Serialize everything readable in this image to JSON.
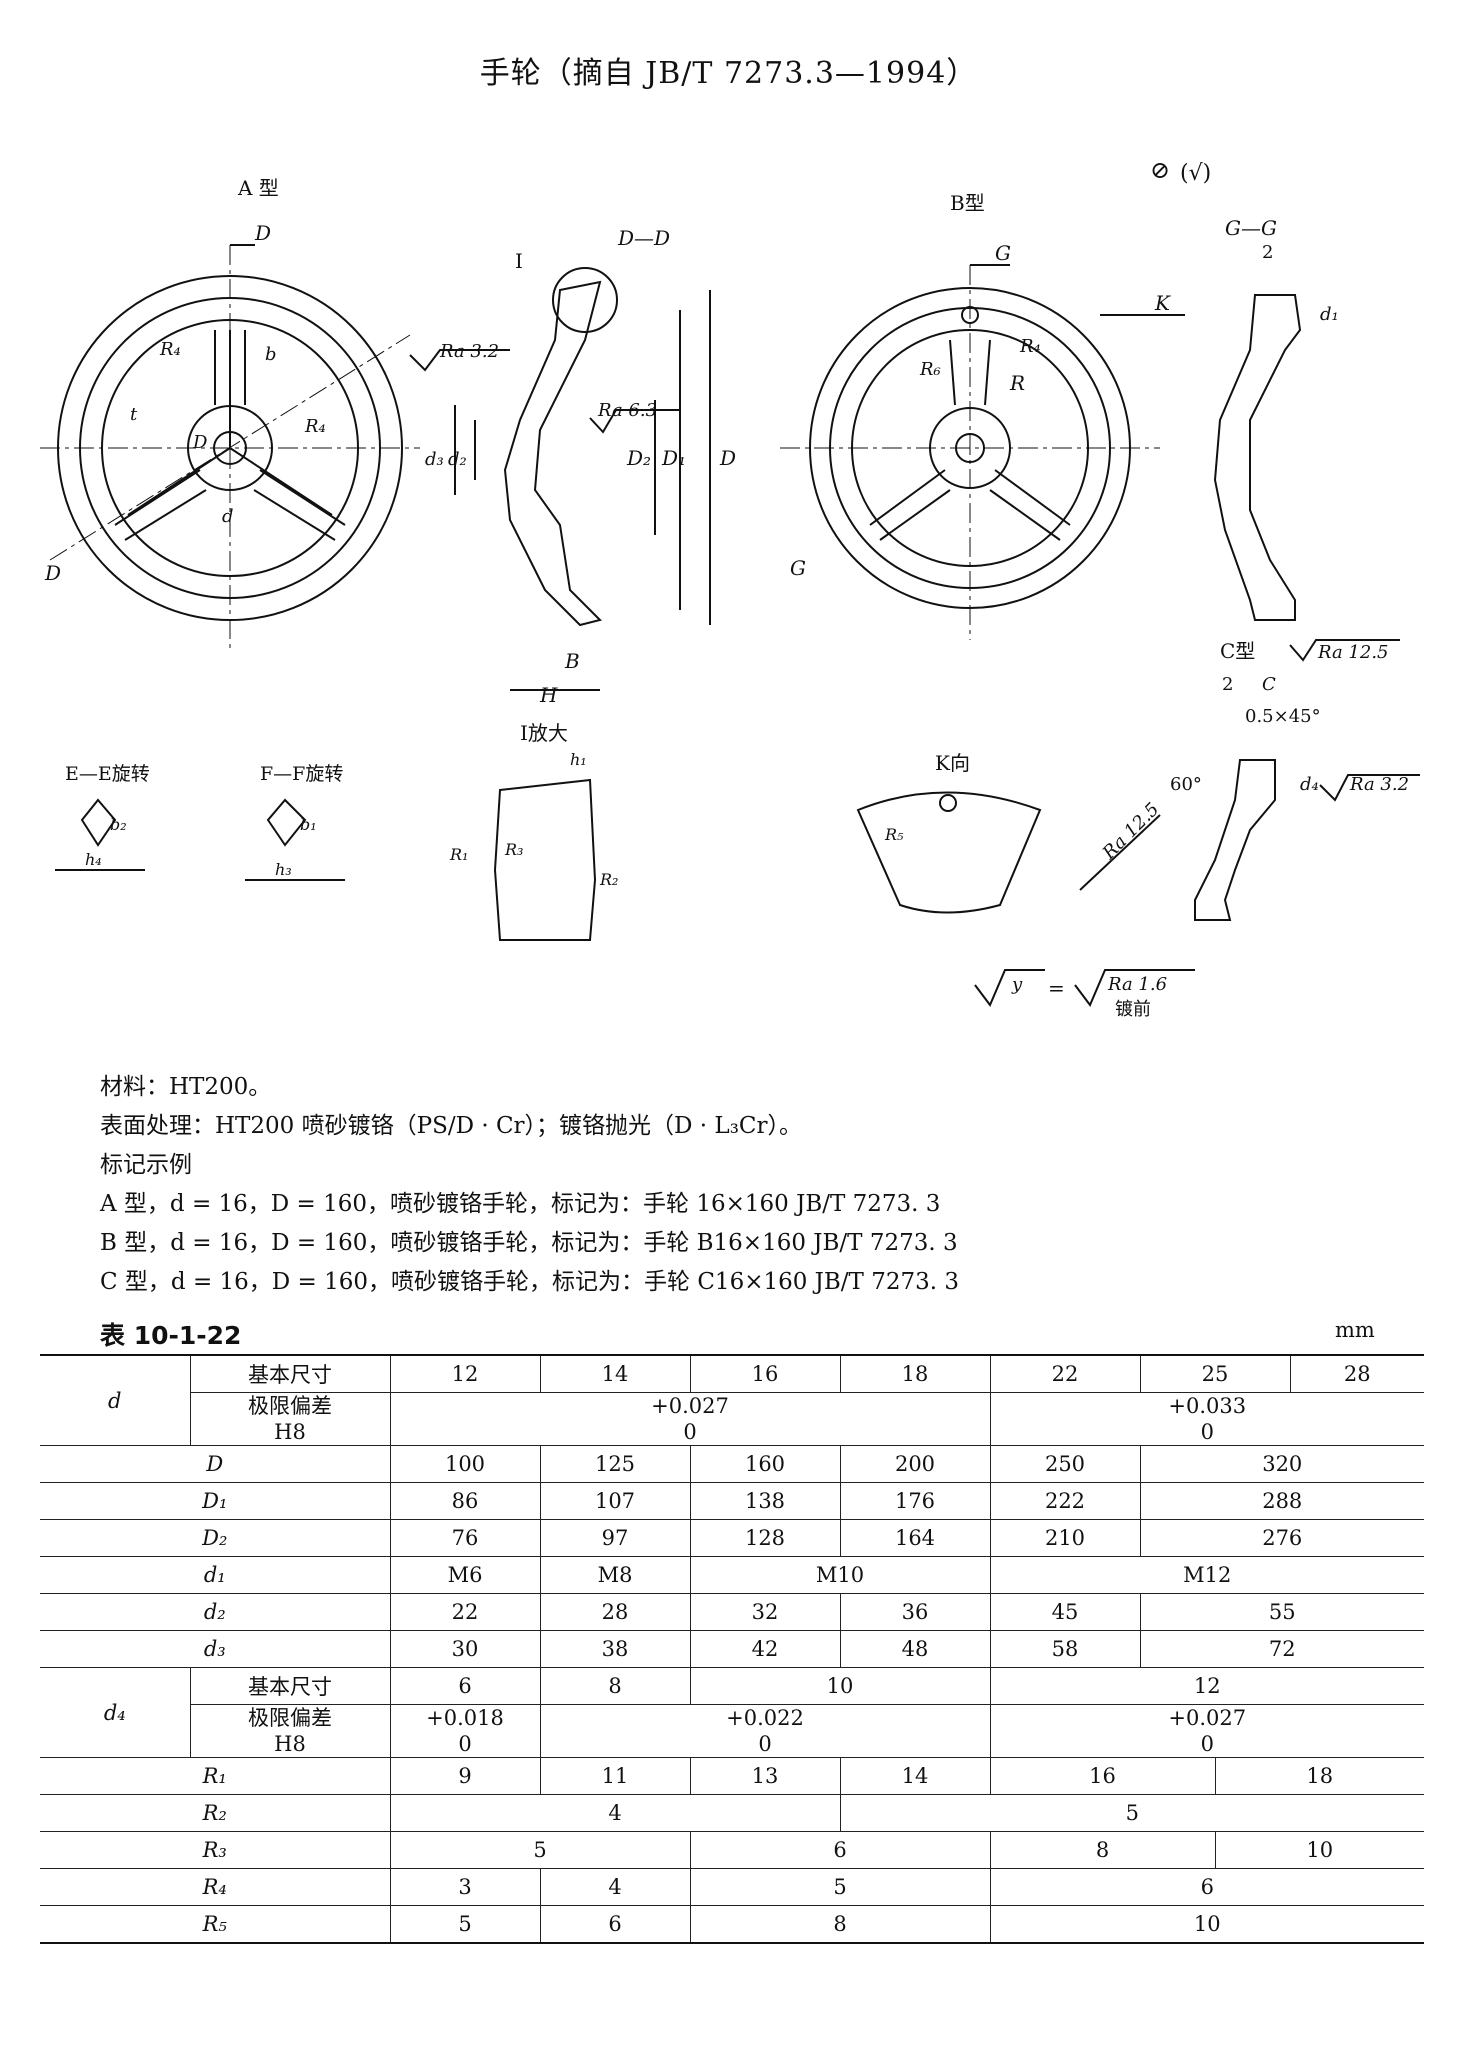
{
  "title": "手轮（摘自 JB/T 7273.3—1994）",
  "labels": {
    "type_a": "A 型",
    "type_b": "B型",
    "type_c": "C型",
    "sec_dd": "D—D",
    "sec_gg": "G—G",
    "sec_ee": "E—E旋转",
    "sec_ff": "F—F旋转",
    "detail_i": "I放大",
    "view_k": "K向",
    "chamfer": "0.5×45°",
    "angle60": "60°",
    "ra32": "Ra 3.2",
    "ra63": "Ra 6.3",
    "ra125": "Ra 12.5",
    "ra16": "Ra 1.6",
    "plating_before": "镀前",
    "check_mark": "(√)"
  },
  "notes": {
    "material": "材料：HT200。",
    "surface": "表面处理：HT200 喷砂镀铬（PS/D · Cr）；镀铬抛光（D · L₃Cr）。",
    "marking_heading": "标记示例",
    "example_a": "A 型，d = 16，D = 160，喷砂镀铬手轮，标记为：手轮 16×160    JB/T 7273. 3",
    "example_b": "B 型，d = 16，D = 160，喷砂镀铬手轮，标记为：手轮 B16×160    JB/T 7273. 3",
    "example_c": "C 型，d = 16，D = 160，喷砂镀铬手轮，标记为：手轮 C16×160    JB/T 7273. 3"
  },
  "table": {
    "caption": "表 10-1-22",
    "unit": "mm",
    "sub_basic": "基本尺寸",
    "sub_tol": "极限偏差",
    "sub_h8": "H8",
    "d_label": "d",
    "d_basic": [
      "12",
      "14",
      "16",
      "18",
      "22",
      "25",
      "28"
    ],
    "d_tol_a_up": "+0.027",
    "d_tol_a_lo": "0",
    "d_tol_b_up": "+0.033",
    "d_tol_b_lo": "0",
    "D_label": "D",
    "D": [
      "100",
      "125",
      "160",
      "200",
      "250",
      "320"
    ],
    "D1_label": "D₁",
    "D1": [
      "86",
      "107",
      "138",
      "176",
      "222",
      "288"
    ],
    "D2_label": "D₂",
    "D2": [
      "76",
      "97",
      "128",
      "164",
      "210",
      "276"
    ],
    "d1_label": "d₁",
    "d1": [
      "M6",
      "M8",
      "M10",
      "M12"
    ],
    "d2_label": "d₂",
    "d2": [
      "22",
      "28",
      "32",
      "36",
      "45",
      "55"
    ],
    "d3_label": "d₃",
    "d3": [
      "30",
      "38",
      "42",
      "48",
      "58",
      "72"
    ],
    "d4_label": "d₄",
    "d4_basic": [
      "6",
      "8",
      "10",
      "12"
    ],
    "d4_tol_a_up": "+0.018",
    "d4_tol_a_lo": "0",
    "d4_tol_b_up": "+0.022",
    "d4_tol_b_lo": "0",
    "d4_tol_c_up": "+0.027",
    "d4_tol_c_lo": "0",
    "R1_label": "R₁",
    "R1": [
      "9",
      "11",
      "13",
      "14",
      "16",
      "18"
    ],
    "R2_label": "R₂",
    "R2": [
      "4",
      "5"
    ],
    "R3_label": "R₃",
    "R3": [
      "5",
      "6",
      "8",
      "10"
    ],
    "R4_label": "R₄",
    "R4": [
      "3",
      "4",
      "5",
      "6"
    ],
    "R5_label": "R₅",
    "R5": [
      "5",
      "6",
      "8",
      "10"
    ]
  }
}
